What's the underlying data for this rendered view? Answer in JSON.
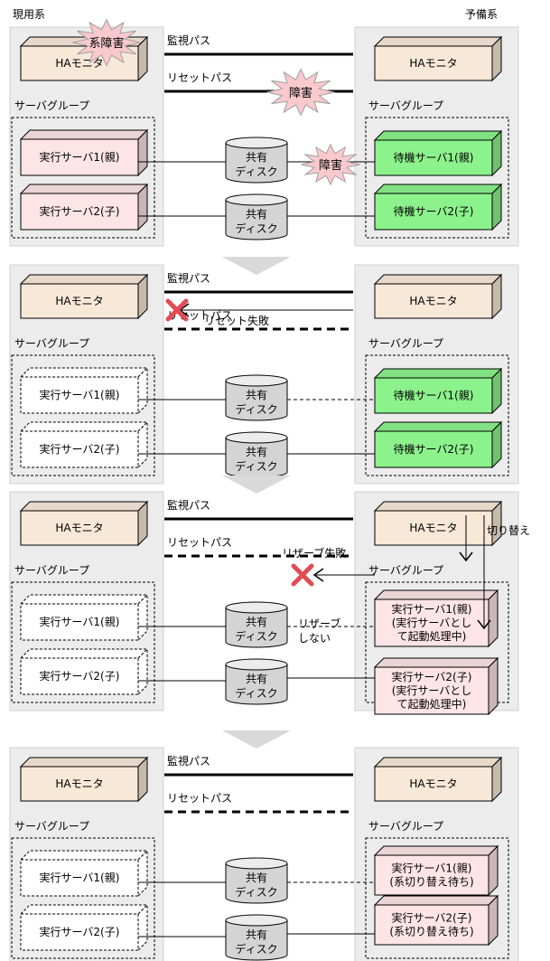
{
  "header": {
    "primary_label": "現用系",
    "standby_label": "予備系"
  },
  "labels": {
    "ha_monitor": "HAモニタ",
    "server_group": "サーバグループ",
    "monitor_path": "監視パス",
    "reset_path": "リセットパス",
    "disk_line1": "共有",
    "disk_line2": "ディスク",
    "active_server_1": "実行サーバ1(親)",
    "active_server_2": "実行サーバ2(子)",
    "standby_server_1": "待機サーバ1(親)",
    "standby_server_2": "待機サーバ2(子)",
    "starting_line2": "(実行サーバとし",
    "starting_line3": "て起動処理中)",
    "waiting_switch": "(系切り替え待ち)"
  },
  "callouts": {
    "system_failure": "系障害",
    "failure": "障害",
    "reset_failed": "リセット失敗",
    "reserve_failed": "リザーブ失敗",
    "no_reserve_line1": "リザーブ",
    "no_reserve_line2": "しない",
    "switchover": "切り替え"
  },
  "colors": {
    "panel_bg": "#ececec",
    "monitor_box": "#f8e8d8",
    "active_server_box": "#fde4e6",
    "standby_server_box": "#8cf28c",
    "disk_fill": "#d4d4d4",
    "burst_fill": "#f9c9cd",
    "cross": "#e24a55",
    "arrow_down": "#d9d9d9"
  }
}
